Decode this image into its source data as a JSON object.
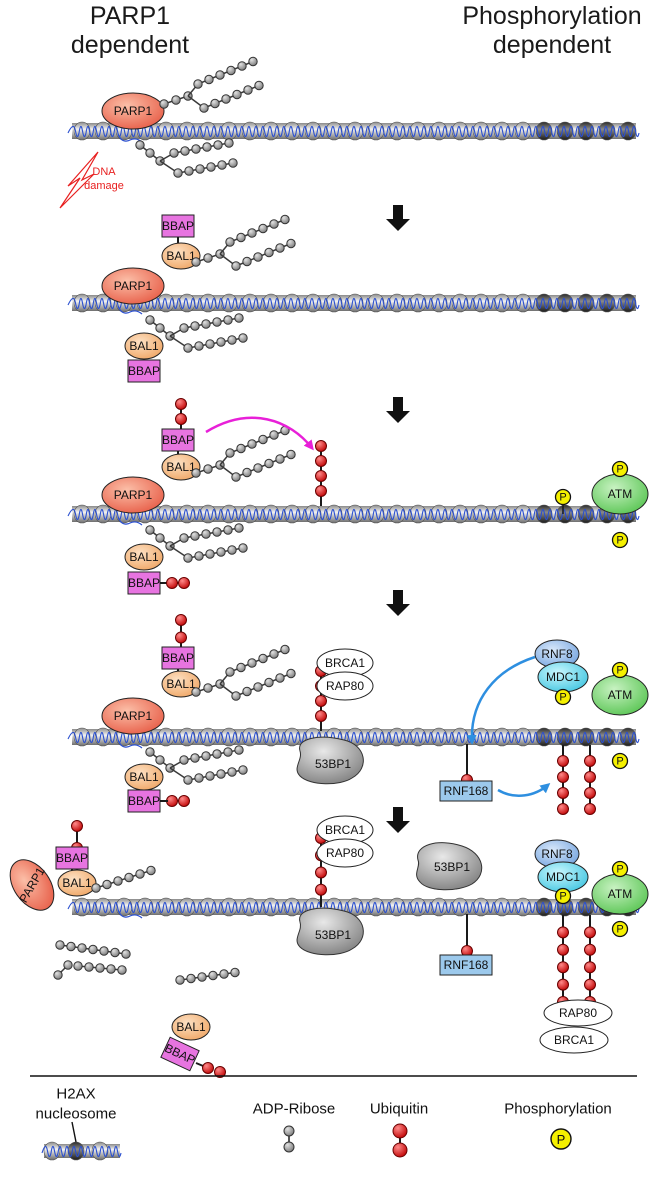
{
  "headers": {
    "left": [
      "PARP1",
      "dependent"
    ],
    "right": [
      "Phosphorylation",
      "dependent"
    ]
  },
  "labels": {
    "parp1": "PARP1",
    "bal1": "BAL1",
    "bbap": "BBAP",
    "brca1": "BRCA1",
    "rap80": "RAP80",
    "bp53": "53BP1",
    "rnf8": "RNF8",
    "mdc1": "MDC1",
    "atm": "ATM",
    "rnf168": "RNF168",
    "p": "P",
    "dna_damage": [
      "DNA",
      "damage"
    ]
  },
  "legend": {
    "h2ax": [
      "H2AX",
      "nucleosome"
    ],
    "adp_ribose": "ADP-Ribose",
    "ubiquitin": "Ubiquitin",
    "phosphorylation": "Phosphorylation"
  },
  "colors": {
    "parp1": "#e8604a",
    "bal1": "#f3b27c",
    "bbap": "#e774e0",
    "rnf8": "#8fb8ea",
    "mdc1": "#6fd8ec",
    "atm": "#7cd676",
    "rnf168": "#9cc9ec",
    "ubiquitin": "#d41616",
    "adp_ribose": "#9a9a9a",
    "phospho": "#f5f000",
    "bp53": "#a8a8a8",
    "arrow_magenta": "#e820d8",
    "arrow_blue": "#2e8fe0",
    "dna_strand": "#2a4fd0",
    "damage_red": "#e82020"
  }
}
